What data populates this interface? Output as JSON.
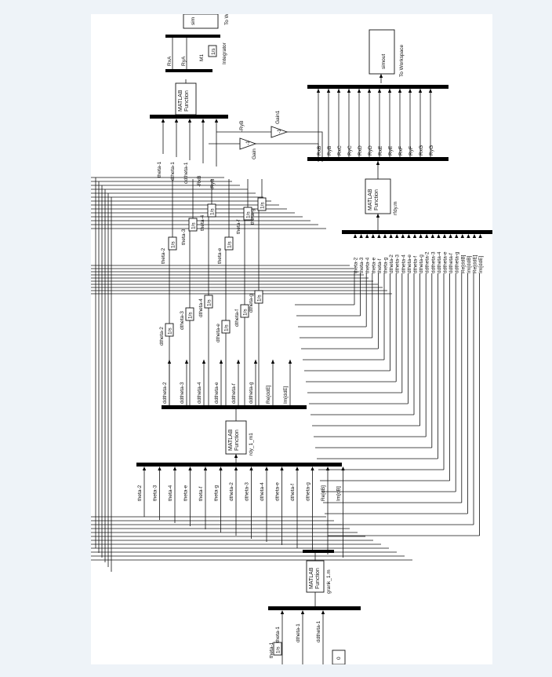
{
  "demux_top": {
    "labels": [
      "theta-2",
      "theta-3",
      "theta-4",
      "theta-e",
      "theta-f",
      "theta-g",
      "dtheta-2",
      "dtheta-3",
      "dtheta-4",
      "dtheta-e",
      "dtheta-f",
      "dtheta-g",
      "Re[dB]",
      "Im[dB]"
    ]
  },
  "demux_mid": {
    "labels": [
      "ddtheta-2",
      "ddtheta-3",
      "ddtheta-4",
      "ddtheta-e",
      "ddtheta-f",
      "ddtheta-g",
      "Re[ddE]",
      "Im[ddE]"
    ]
  },
  "demux_right": {
    "labels": [
      "theta-2",
      "theta-3",
      "theta-4",
      "theta-e",
      "theta-f",
      "theta-g",
      "dtheta-2",
      "dtheta-3",
      "dtheta-4",
      "dtheta-e",
      "dtheta-f",
      "dtheta-g",
      "ddtheta-2",
      "ddtheta-3",
      "ddtheta-4",
      "ddtheta-e",
      "ddtheta-f",
      "ddtheta-g",
      "Re[ddB]",
      "Im[ddB]",
      "Re[ddE]",
      "Im[ddE]"
    ]
  },
  "reaction_bus": {
    "labels": [
      "RxB",
      "RyB",
      "RxC",
      "RyC",
      "RxD",
      "RyD",
      "RxE",
      "RyE",
      "RxF",
      "RyF",
      "RxG",
      "RyG"
    ]
  },
  "top_bus": {
    "labels": [
      "theta-1",
      "dtheta-1",
      "ddtheta-1",
      "-RxB",
      "-RyB"
    ]
  },
  "blocks": {
    "matlab_top": [
      "MATLAB",
      "Function"
    ],
    "matlab_mid": [
      "MATLAB",
      "Function"
    ],
    "matlab_mid_name": "rdy_1_m1",
    "matlab_rdy": [
      "MATLAB",
      "Function"
    ],
    "matlab_rdy_name": "rfdy.m",
    "matlab_grank": [
      "MATLAB",
      "Function"
    ],
    "matlab_grank_name": "grank_1.m",
    "simout": "simout",
    "to_workspace": "To Workspace",
    "integrator_label": "1/s",
    "integrator_name": "Integrator",
    "m1": "M1",
    "gain1": "Gain1",
    "gain": "Gain",
    "gain_value": "-1",
    "rxa": "RxA",
    "rya": "RyA",
    "ryb_out": "-RyB",
    "top_workspace": "To Work",
    "top_sim": "sim"
  },
  "integ_first_labels": [
    "dtheta-2",
    "dtheta-3",
    "dtheta-4",
    "dtheta-e",
    "dtheta-f",
    "dtheta-g"
  ],
  "integ_second_labels": [
    "theta-2",
    "theta-3",
    "theta-4",
    "theta-e",
    "theta-f",
    "theta-g"
  ],
  "bottom_labels": [
    "theta-1",
    "dtheta-1",
    "ddtheta-1"
  ]
}
